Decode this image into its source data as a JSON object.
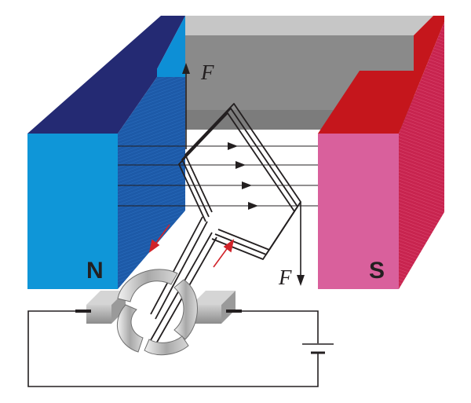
{
  "labels": {
    "north_pole": "N",
    "south_pole": "S",
    "force_top": "F",
    "force_bottom": "F"
  },
  "colors": {
    "north_front": "#0f96d8",
    "north_side": "#1f4e9c",
    "north_top": "#242a73",
    "south_front": "#d9609c",
    "south_side": "#c0224a",
    "south_top": "#c5161c",
    "yoke_top": "#c6c6c6",
    "yoke_back": "#8a8a8a",
    "wire": "#231f20",
    "current_arrow": "#d1232a"
  }
}
